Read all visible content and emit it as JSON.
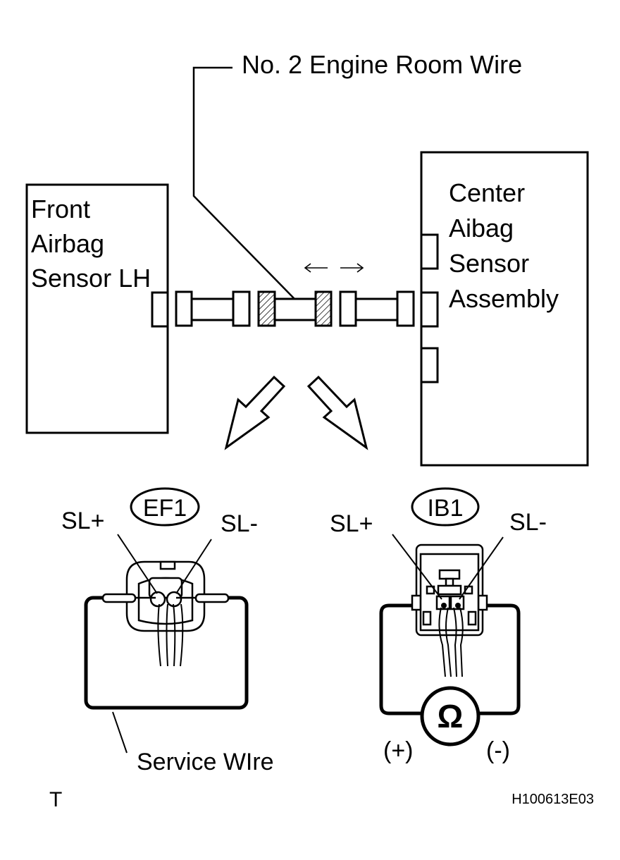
{
  "labels": {
    "wire_title": "No. 2 Engine Room Wire",
    "front_sensor": [
      "Front",
      "Airbag",
      "Sensor LH"
    ],
    "center_sensor": [
      "Center",
      "Aibag",
      "Sensor",
      "Assembly"
    ],
    "left_connector": "EF1",
    "right_connector": "IB1",
    "sl_plus": "SL+",
    "sl_minus": "SL-",
    "service_wire": "Service WIre",
    "ohm_symbol": "Ω",
    "plus_probe": "(+)",
    "minus_probe": "(-)",
    "corner_mark": "T",
    "figure_code": "H100613E03"
  },
  "icons": {
    "disconnect_arrows": "left-right-arrows-icon",
    "meter": "ohmmeter-icon"
  }
}
